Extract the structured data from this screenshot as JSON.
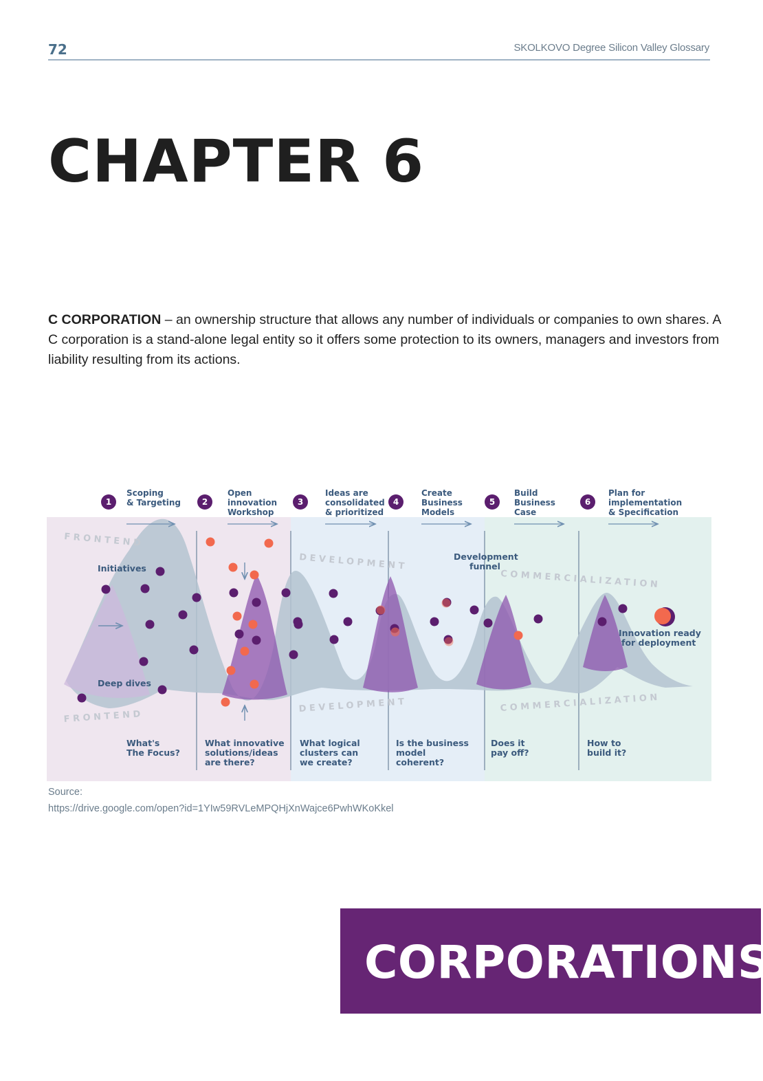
{
  "header": {
    "page_number": "72",
    "running_title": "SKOLKOVO Degree Silicon Valley Glossary"
  },
  "chapter_title": "CHAPTER 6",
  "definition": {
    "term": "C CORPORATION",
    "text": " – an ownership structure that allows any number of individuals or companies to own shares. A C corporation is a stand-alone legal entity so it offers some protection to its owners, managers and investors from liability resulting from its actions."
  },
  "diagram": {
    "steps": [
      {
        "number": "1",
        "lines": [
          "Scoping",
          "& Targeting"
        ]
      },
      {
        "number": "2",
        "lines": [
          "Open",
          "innovation",
          "Workshop"
        ]
      },
      {
        "number": "3",
        "lines": [
          "Ideas are",
          "consolidated",
          "& prioritized"
        ]
      },
      {
        "number": "4",
        "lines": [
          "Create",
          "Business",
          "Models"
        ]
      },
      {
        "number": "5",
        "lines": [
          "Build",
          "Business",
          "Case"
        ]
      },
      {
        "number": "6",
        "lines": [
          "Plan for",
          "implementation",
          "& Specification"
        ]
      }
    ],
    "phases": {
      "frontend": "FRONTEND",
      "development": "DEVELOPMENT",
      "commercialization": "COMMERCIALIZATION"
    },
    "labels": {
      "initiatives": "Initiatives",
      "deep_dives": "Deep dives",
      "funnel_line1": "Development",
      "funnel_line2": "funnel",
      "ready_line1": "Innovation ready",
      "ready_line2": "for deployment"
    },
    "questions": [
      [
        "What's",
        "The Focus?"
      ],
      [
        "What innovative",
        "solutions/ideas",
        "are there?"
      ],
      [
        "What logical",
        "clusters can",
        "we create?"
      ],
      [
        "Is the business",
        "model",
        "coherent?"
      ],
      [
        "Does it",
        "pay off?"
      ],
      [
        "How to",
        "build it?"
      ]
    ],
    "colors": {
      "frontend_bg": "#efe6ef",
      "development_bg": "#e5eef7",
      "commercialization_bg": "#e3f1ee",
      "purple": "#5b1e6e",
      "orange": "#f2694e",
      "ribbon": "#b4c3d0",
      "cone": "#8d56ad",
      "text_blue": "#3b5a7d"
    }
  },
  "source": {
    "label": "Source:",
    "url": "https://drive.google.com/open?id=1YIw59RVLeMPQHjXnWajce6PwhWKoKkel"
  },
  "section_banner": "CORPORATIONS"
}
